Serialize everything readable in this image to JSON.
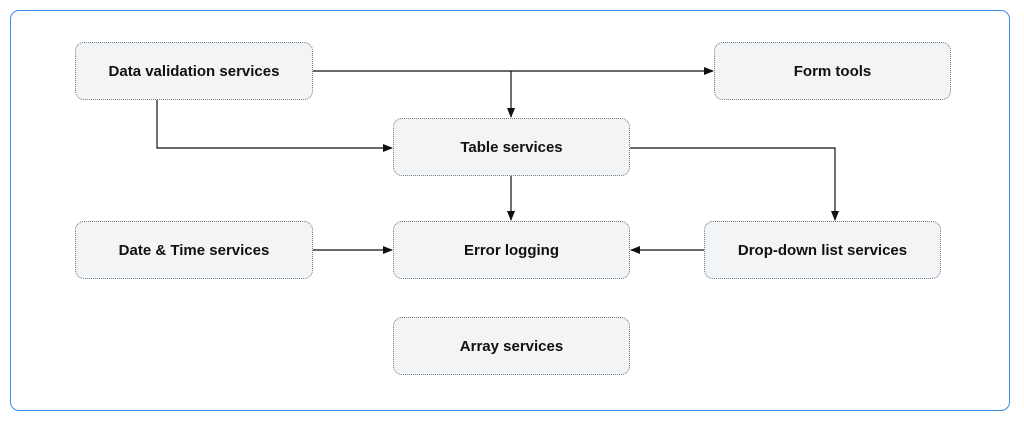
{
  "nodes": {
    "data_validation": "Data validation services",
    "form_tools": "Form tools",
    "table_services": "Table services",
    "date_time": "Date & Time services",
    "error_logging": "Error logging",
    "dropdown_list": "Drop-down list services",
    "array_services": "Array services"
  },
  "colors": {
    "frame_border": "#3a8ee6",
    "node_fill": "#f3f4f6",
    "node_border": "#6f7d8c",
    "connector": "#111111"
  }
}
